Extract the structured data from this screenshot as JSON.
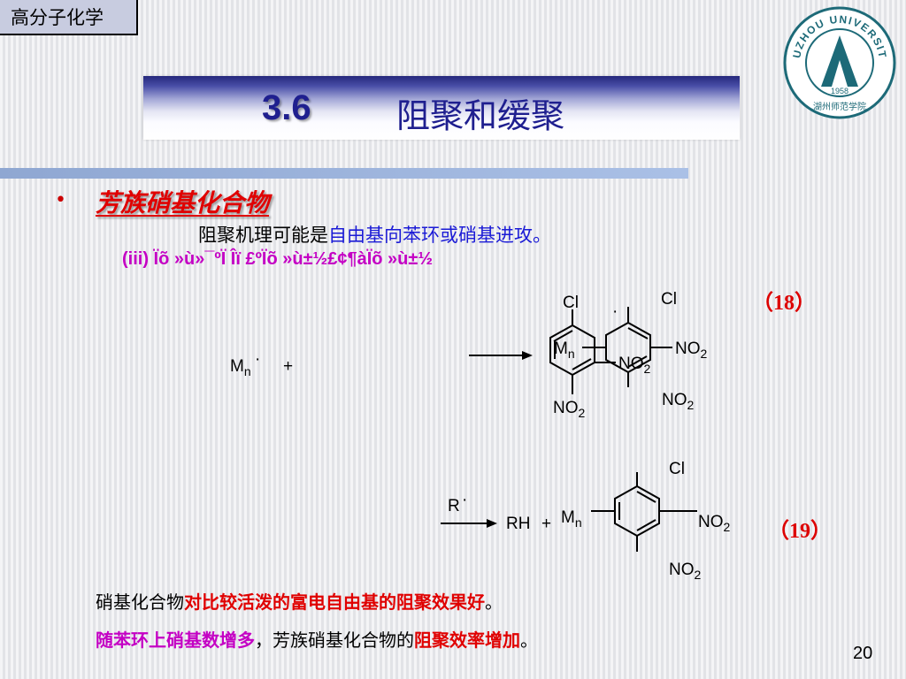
{
  "header": {
    "course_name": "高分子化学"
  },
  "logo": {
    "top_text": "HUZHOU UNIVERSITY",
    "year": "1958",
    "bottom_text": "湖州师范学院"
  },
  "title": {
    "number": "3.6",
    "text": "阻聚和缓聚"
  },
  "section": {
    "heading": "芳族硝基化合物"
  },
  "mechanism": {
    "prefix": "阻聚机理可能是",
    "highlight": "自由基向苯环或硝基进攻。"
  },
  "garbled_line": "(iii) Ïõ »ù»¯ºÏ Îï £ºÏõ »ù±½£¢¶àÏõ »ù±½",
  "equations": {
    "eq18": {
      "label": "（18）",
      "reactant_radical": "Mn",
      "plus": "+",
      "substituents": {
        "cl": "Cl",
        "no2": "NO2"
      },
      "product_group": "Mn"
    },
    "eq19": {
      "label": "（19）",
      "radical": "R",
      "product_rh": "RH",
      "plus": "+",
      "product_group": "Mn",
      "substituents": {
        "cl": "Cl",
        "no2": "NO2"
      }
    }
  },
  "summary": {
    "line2": {
      "prefix": "硝基化合物",
      "highlight": "对比较活泼的富电自由基的阻聚效果好",
      "suffix": "。"
    },
    "line3": {
      "highlight1": "随苯环上硝基数增多",
      "middle": "，芳族硝基化合物的",
      "highlight2": "阻聚效率增加",
      "suffix": "。"
    }
  },
  "page_number": "20",
  "colors": {
    "title_blue": "#1f1f8f",
    "red": "#e00000",
    "blue": "#1b1bd6",
    "purple": "#c400c4",
    "logo_teal": "#1d6a78"
  }
}
